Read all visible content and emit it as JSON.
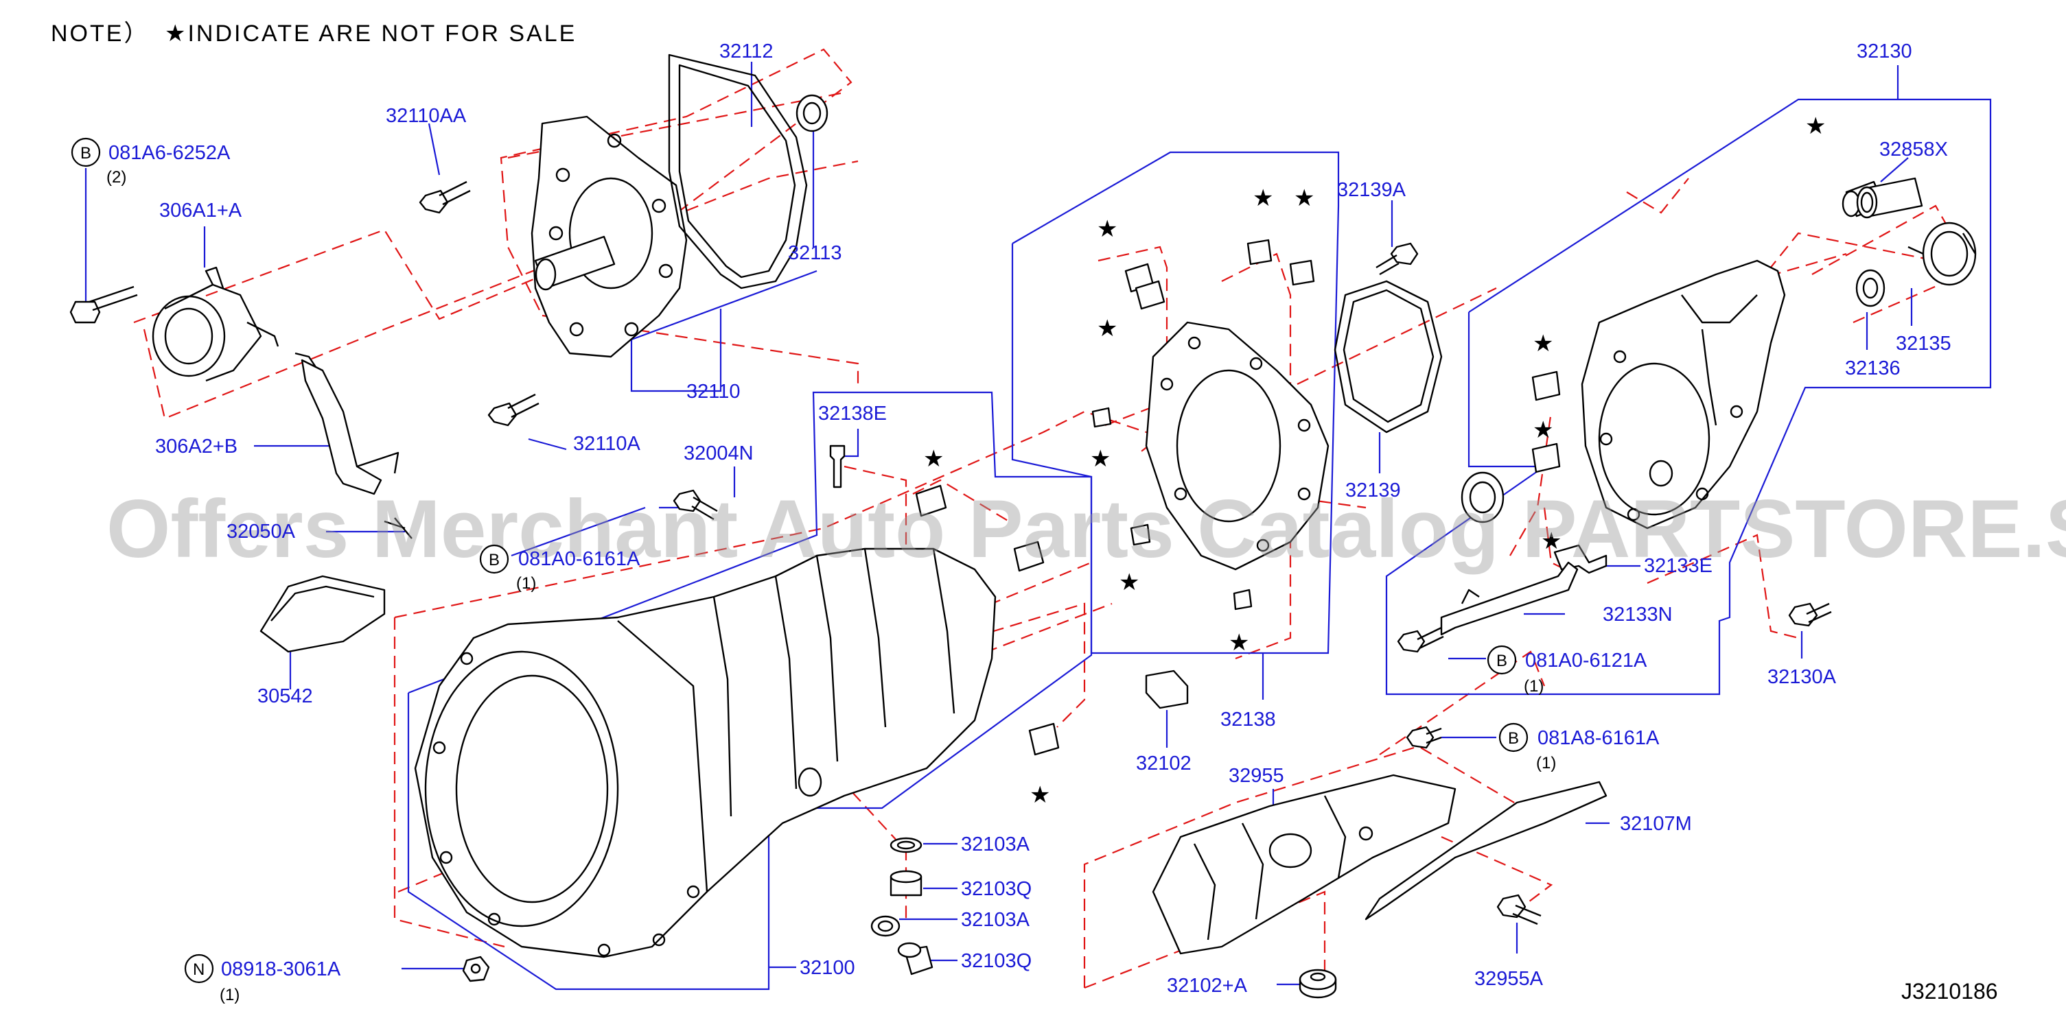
{
  "note": {
    "prefix": "NOTE）",
    "text": "★INDICATE   ARE   NOT   FOR   SALE"
  },
  "watermark": "Offers Merchant Auto Parts Catalog PARTSTORE.SA",
  "diagram_code": "J3210186",
  "colors": {
    "label": "#1a1ad6",
    "phantom_line": "#e01515",
    "line_art": "#000000"
  },
  "star_symbol": "★",
  "parts": {
    "p32112": "32112",
    "p32110AA": "32110AA",
    "p32113": "32113",
    "p32110": "32110",
    "p32110A": "32110A",
    "p306A1": "306A1+A",
    "p306A2": "306A2+B",
    "p32138E": "32138E",
    "p32004N": "32004N",
    "p32050A": "32050A",
    "p30542": "30542",
    "p32100": "32100",
    "p32103A_1": "32103A",
    "p32103Q_1": "32103Q",
    "p32103A_2": "32103A",
    "p32103Q_2": "32103Q",
    "p32139A": "32139A",
    "p32139": "32139",
    "p32138": "32138",
    "p32102": "32102",
    "p32102A": "32102+A",
    "p32955": "32955",
    "p32955A": "32955A",
    "p32107M": "32107M",
    "p32130": "32130",
    "p32858X": "32858X",
    "p32135": "32135",
    "p32136": "32136",
    "p32133E": "32133E",
    "p32133N": "32133N",
    "p32130A": "32130A"
  },
  "fasteners": {
    "f1": {
      "letter": "B",
      "code": "081A6-6252A",
      "qty": "(2)"
    },
    "f2": {
      "letter": "B",
      "code": "081A0-6161A",
      "qty": "(1)"
    },
    "f3": {
      "letter": "N",
      "code": "08918-3061A",
      "qty": "(1)"
    },
    "f4": {
      "letter": "B",
      "code": "081A0-6121A",
      "qty": "(1)"
    },
    "f5": {
      "letter": "B",
      "code": "081A8-6161A",
      "qty": "(1)"
    }
  }
}
